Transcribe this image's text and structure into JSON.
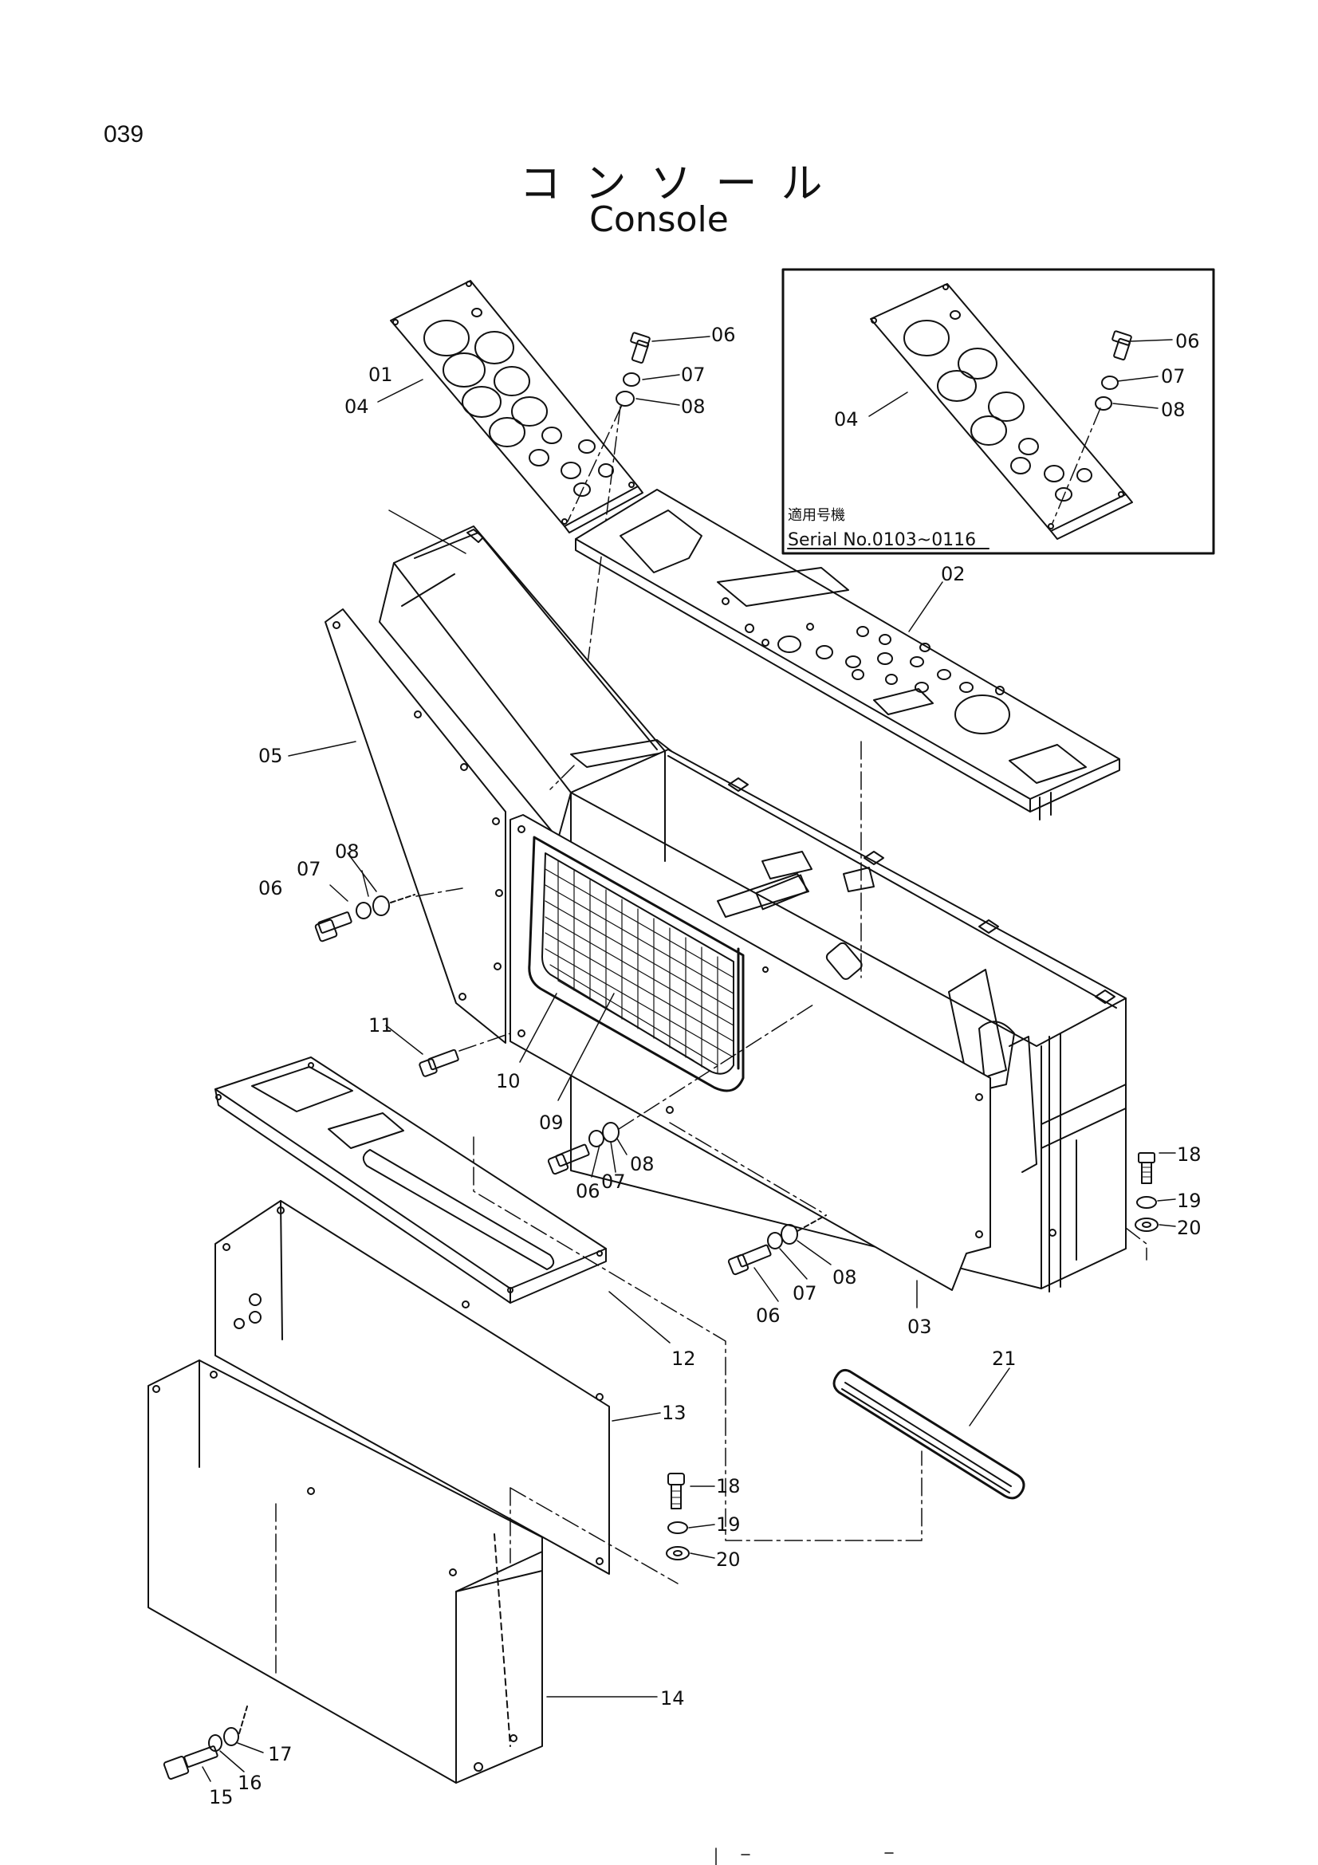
{
  "page": {
    "number": "039",
    "title_jp": "コンソール",
    "title_en": "Console"
  },
  "inset": {
    "caption_jp": "適用号機",
    "caption_serial": "Serial No.0103~0116",
    "callouts": [
      "04",
      "06",
      "07",
      "08"
    ]
  },
  "callouts": [
    "01",
    "02",
    "03",
    "04",
    "05",
    "06",
    "07",
    "08",
    "09",
    "10",
    "11",
    "12",
    "13",
    "14",
    "15",
    "16",
    "17",
    "18",
    "19",
    "20",
    "21"
  ],
  "colors": {
    "ink": "#111111",
    "paper": "#ffffff"
  }
}
